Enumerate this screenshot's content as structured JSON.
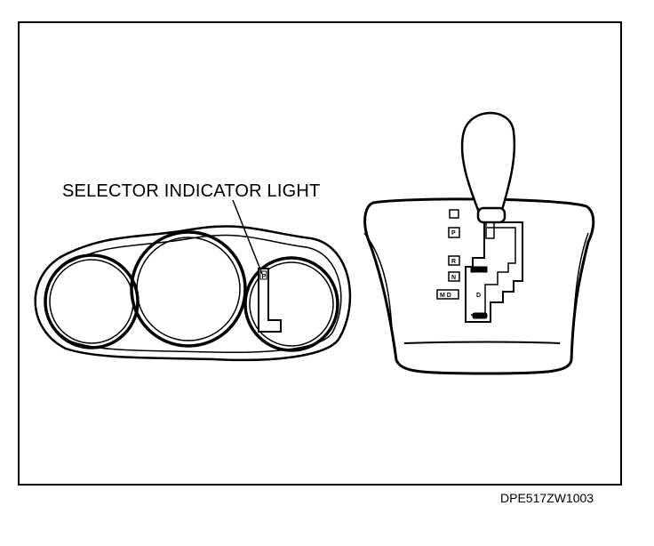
{
  "callout_label": "SELECTOR INDICATOR LIGHT",
  "figure_code": "DPE517ZW1003",
  "cluster": {
    "indicator_letter": "P"
  },
  "shifter": {
    "positions": [
      "",
      "P",
      "R",
      "N",
      "M D"
    ],
    "gate_label": "D"
  }
}
